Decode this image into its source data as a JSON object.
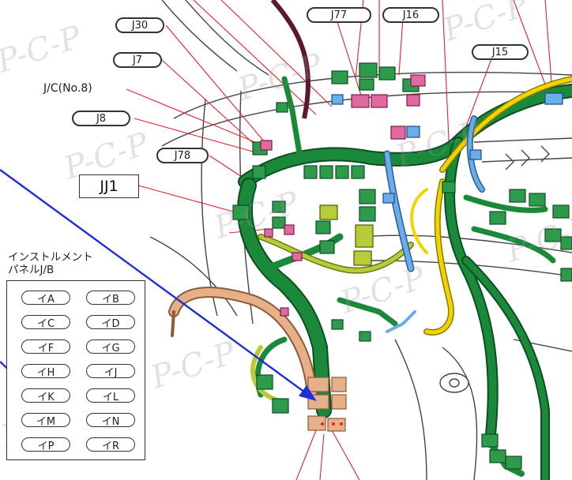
{
  "connectors": {
    "j30": "J30",
    "j7": "J7",
    "jc_no8": "J/C(No.8)",
    "j8": "J8",
    "j78": "J78",
    "jj1": "JJ1",
    "j77": "J77",
    "j16": "J16",
    "j15": "J15"
  },
  "junction_block": {
    "title_line1": "インストルメント",
    "title_line2": "パネルJ/B",
    "terminals": [
      "イA",
      "イB",
      "イC",
      "イD",
      "イF",
      "イG",
      "イH",
      "イJ",
      "イK",
      "イL",
      "イM",
      "イN",
      "イP",
      "イR"
    ]
  },
  "watermark": "P-C-P",
  "colors": {
    "harness_green": "#1a8a3a",
    "harness_dark": "#0d4d22",
    "connector_green": "#2e9a4c",
    "connector_pink": "#e06aa0",
    "connector_blue": "#6aaee8",
    "harness_yellow": "#f2d400",
    "harness_olive": "#b8cc3a",
    "harness_tan": "#e8b088",
    "pointer_blue": "#1f2ed8",
    "leader_red": "#e0242a"
  }
}
